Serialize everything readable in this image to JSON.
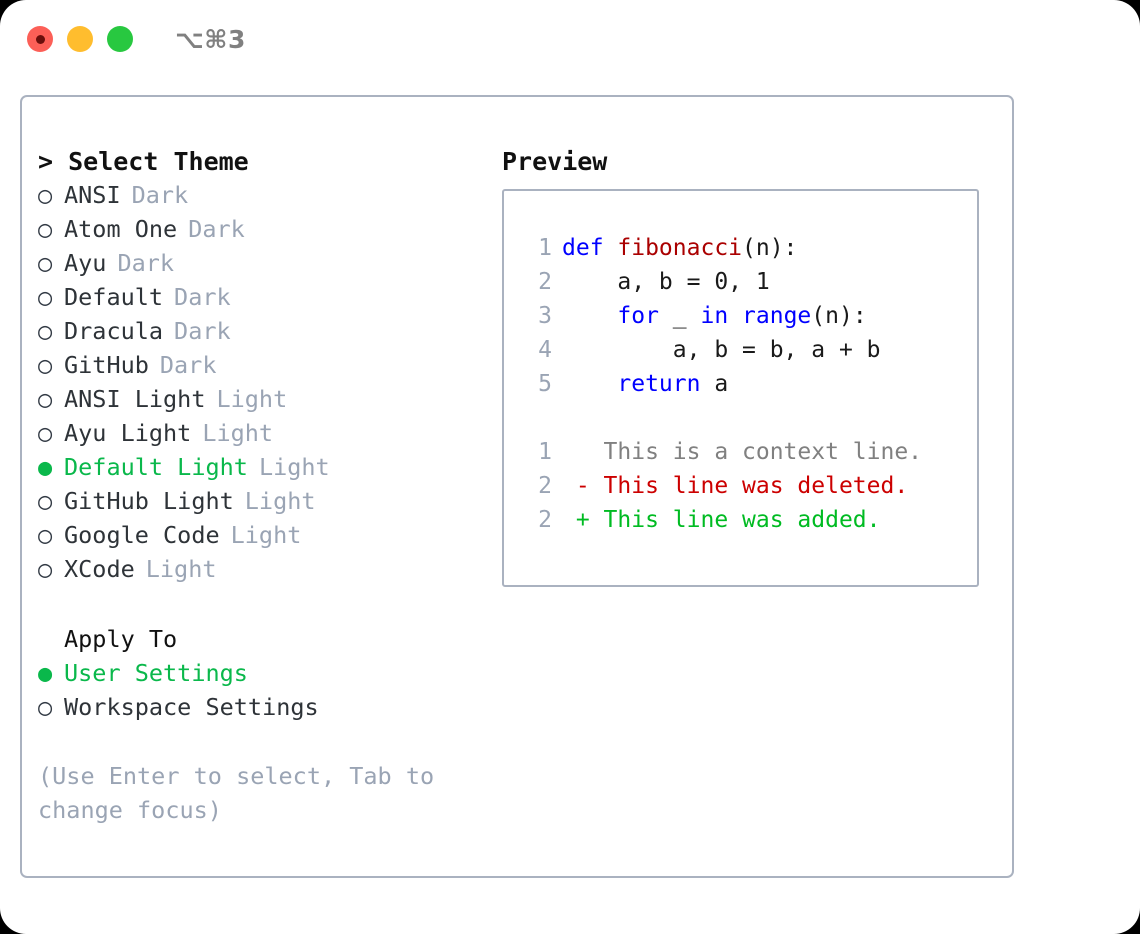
{
  "titlebar": {
    "shortcut": "⌥⌘3",
    "buttons": [
      {
        "name": "close",
        "color": "#fc5f57"
      },
      {
        "name": "minimize",
        "color": "#ffbd2e"
      },
      {
        "name": "maximize",
        "color": "#28c840"
      }
    ]
  },
  "theme_panel": {
    "header": "> Select Theme",
    "items": [
      {
        "marker": "○",
        "name": "ANSI",
        "tag": "Dark",
        "selected": false
      },
      {
        "marker": "○",
        "name": "Atom One",
        "tag": "Dark",
        "selected": false
      },
      {
        "marker": "○",
        "name": "Ayu",
        "tag": "Dark",
        "selected": false
      },
      {
        "marker": "○",
        "name": "Default",
        "tag": "Dark",
        "selected": false
      },
      {
        "marker": "○",
        "name": "Dracula",
        "tag": "Dark",
        "selected": false
      },
      {
        "marker": "○",
        "name": "GitHub",
        "tag": "Dark",
        "selected": false
      },
      {
        "marker": "○",
        "name": "ANSI Light",
        "tag": "Light",
        "selected": false
      },
      {
        "marker": "○",
        "name": "Ayu Light",
        "tag": "Light",
        "selected": false
      },
      {
        "marker": "●",
        "name": "Default Light",
        "tag": "Light",
        "selected": true
      },
      {
        "marker": "○",
        "name": "GitHub Light",
        "tag": "Light",
        "selected": false
      },
      {
        "marker": "○",
        "name": "Google Code",
        "tag": "Light",
        "selected": false
      },
      {
        "marker": "○",
        "name": "XCode",
        "tag": "Light",
        "selected": false
      }
    ]
  },
  "apply_to": {
    "header": "Apply To",
    "options": [
      {
        "marker": "●",
        "label": "User Settings",
        "selected": true
      },
      {
        "marker": "○",
        "label": "Workspace Settings",
        "selected": false
      }
    ]
  },
  "hint": "(Use Enter to select, Tab to change focus)",
  "preview": {
    "header": "Preview",
    "code_lines": [
      {
        "number": "1",
        "tokens": [
          {
            "text": "def ",
            "style": "kw"
          },
          {
            "text": "fibonacci",
            "style": "fn"
          },
          {
            "text": "(n):",
            "style": "txt"
          }
        ]
      },
      {
        "number": "2",
        "tokens": [
          {
            "text": "    a, b = 0, 1",
            "style": "txt"
          }
        ]
      },
      {
        "number": "3",
        "tokens": [
          {
            "text": "    ",
            "style": "txt"
          },
          {
            "text": "for",
            "style": "kw"
          },
          {
            "text": " _ ",
            "style": "txt"
          },
          {
            "text": "in ",
            "style": "kw"
          },
          {
            "text": "range",
            "style": "kw"
          },
          {
            "text": "(n):",
            "style": "txt"
          }
        ]
      },
      {
        "number": "4",
        "tokens": [
          {
            "text": "        a, b = b, a + b",
            "style": "txt"
          }
        ]
      },
      {
        "number": "5",
        "tokens": [
          {
            "text": "    ",
            "style": "txt"
          },
          {
            "text": "return",
            "style": "kw"
          },
          {
            "text": " a",
            "style": "txt"
          }
        ]
      },
      {
        "number": "",
        "tokens": []
      },
      {
        "number": "1",
        "tokens": [
          {
            "text": "   This is a context line.",
            "style": "ctx"
          }
        ]
      },
      {
        "number": "2",
        "tokens": [
          {
            "text": " - This line was deleted.",
            "style": "del"
          }
        ]
      },
      {
        "number": "2",
        "tokens": [
          {
            "text": " + This line was added.",
            "style": "add"
          }
        ]
      }
    ]
  },
  "colors": {
    "accent_green": "#0ab84b",
    "muted": "#9aa4b4",
    "border": "#aab2c0",
    "keyword": "#0000ff",
    "function": "#aa0000",
    "diff_deleted": "#cc0000",
    "diff_added": "#00bb22"
  }
}
